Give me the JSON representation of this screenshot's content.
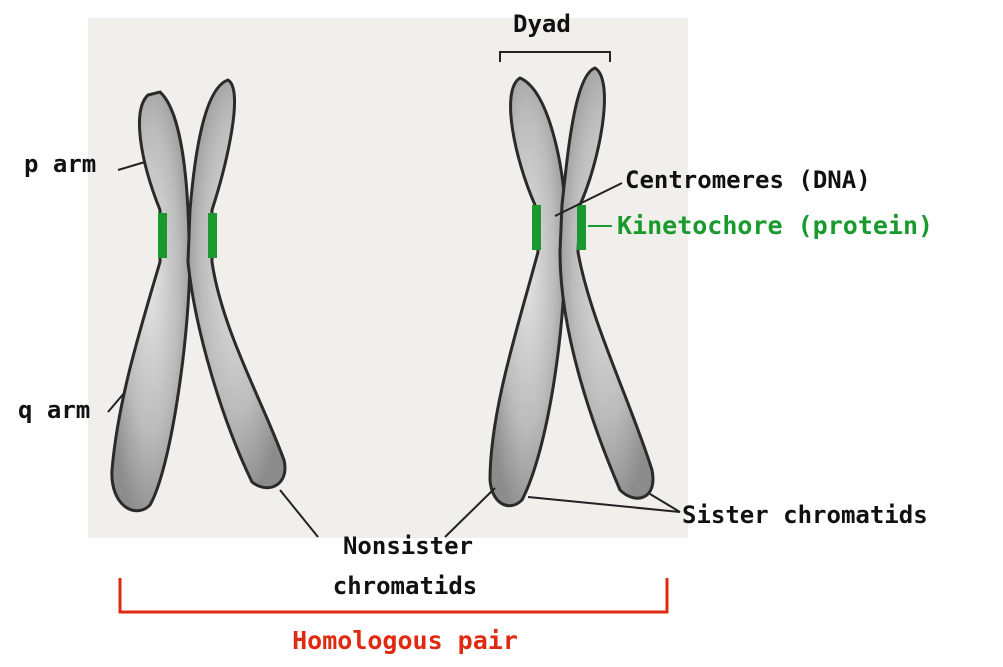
{
  "labels": {
    "dyad": "Dyad",
    "p_arm": "p arm",
    "q_arm": "q arm",
    "centromeres": "Centromeres (DNA)",
    "kinetochore": "Kinetochore (protein)",
    "sister_chromatids": "Sister chromatids",
    "nonsister_line1": "Nonsister",
    "nonsister_line2": "chromatids",
    "homologous_pair": "Homologous pair"
  },
  "colors": {
    "kinetochore": "#1a9a2e",
    "homologous_bracket": "#e02a10",
    "chromatid_fill": "#bdbdbd",
    "chromatid_outline": "#2a2a2a",
    "background_panel": "#f1efec"
  }
}
